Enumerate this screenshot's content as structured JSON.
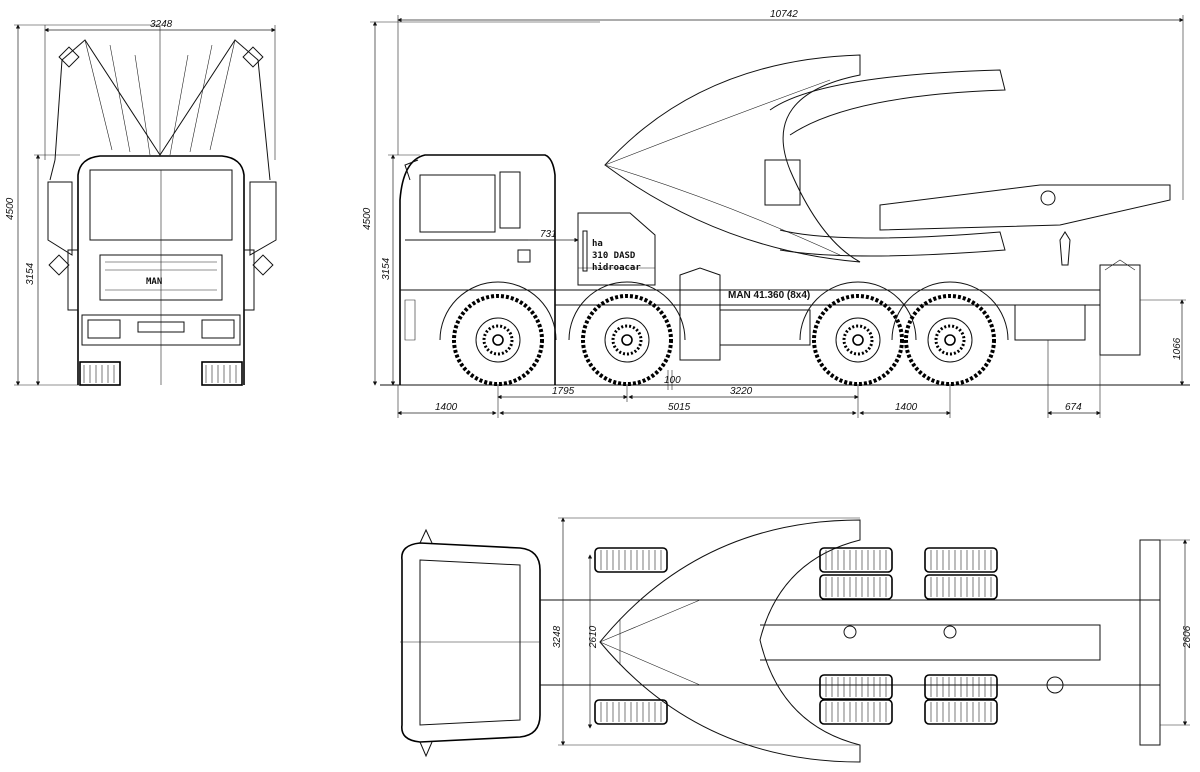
{
  "front_view": {
    "width_dim": "3248",
    "height_total_dim": "4500",
    "height_cab_dim": "3154",
    "grille_logo": "MAN"
  },
  "side_view": {
    "overall_length_dim": "10742",
    "height_total_dim": "4500",
    "height_cab_dim": "3154",
    "body_offset_dim": "731",
    "body_brand_line1": "ha",
    "body_brand_line2": "310 DASD",
    "body_brand_line3": "hidroacar",
    "chassis_model": "MAN 41.360 (8x4)",
    "rear_height_dim": "1066",
    "gap_dim": "100",
    "wheelbase_1_dim": "1795",
    "wheelbase_2_dim": "3220",
    "front_overhang_dim": "1400",
    "wheelbase_total_dim": "5015",
    "rear_axle_spacing_dim": "1400",
    "rear_dim": "674"
  },
  "top_view": {
    "open_width_dim": "3248",
    "frame_width_dim": "2610",
    "rear_width_dim": "2606"
  }
}
